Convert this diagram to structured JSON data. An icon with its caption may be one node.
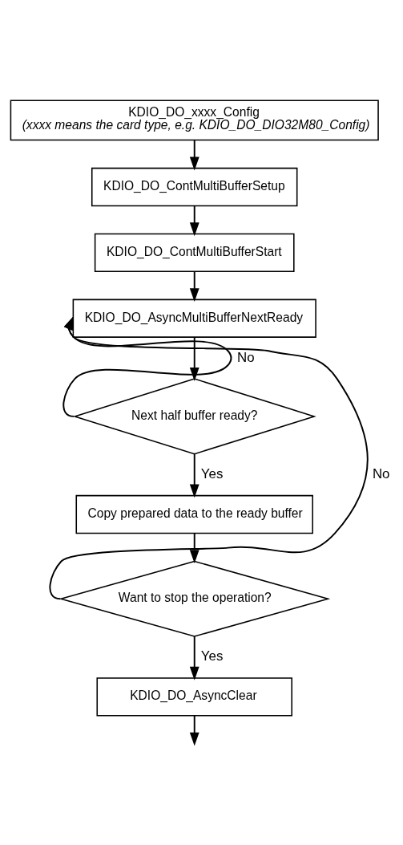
{
  "diagram": {
    "nodes": [
      {
        "text": [
          "KDIO_DO_xxxx_Config",
          "(xxxx means the card type, e.g. KDIO_DO_DIO32M80_Config)"
        ]
      },
      {
        "text": [
          "KDIO_DO_ContMultiBufferSetup"
        ]
      },
      {
        "text": [
          "KDIO_DO_ContMultiBufferStart"
        ]
      },
      {
        "text": [
          "KDIO_DO_AsyncMultiBufferNextReady"
        ]
      },
      {
        "text": [
          "Next half buffer ready?"
        ]
      },
      {
        "text": [
          "Copy prepared data to the ready buffer"
        ]
      },
      {
        "text": [
          "Want to stop the operation?"
        ]
      },
      {
        "text": [
          "KDIO_DO_AsyncClear"
        ]
      }
    ],
    "edges": [
      {
        "from": 0,
        "to": 1,
        "arrow": "to"
      },
      {
        "from": 1,
        "to": 2,
        "arrow": "to"
      },
      {
        "from": 2,
        "to": 3,
        "arrow": "to"
      },
      {
        "from": 3,
        "to": 4,
        "arrow": "to"
      },
      {
        "from": 4,
        "to": 5,
        "arrow": "to",
        "label": "Yes"
      },
      {
        "from": 5,
        "to": 6,
        "arrow": "to"
      },
      {
        "from": 6,
        "to": 7,
        "arrow": "to",
        "label": "Yes"
      },
      {
        "from": 4,
        "to": 3,
        "arrow": "to",
        "label": "No"
      },
      {
        "from": 6,
        "to": 3,
        "arrow": "to",
        "label": "No"
      },
      {
        "from": 7,
        "to": null,
        "arrow": "to"
      }
    ]
  }
}
